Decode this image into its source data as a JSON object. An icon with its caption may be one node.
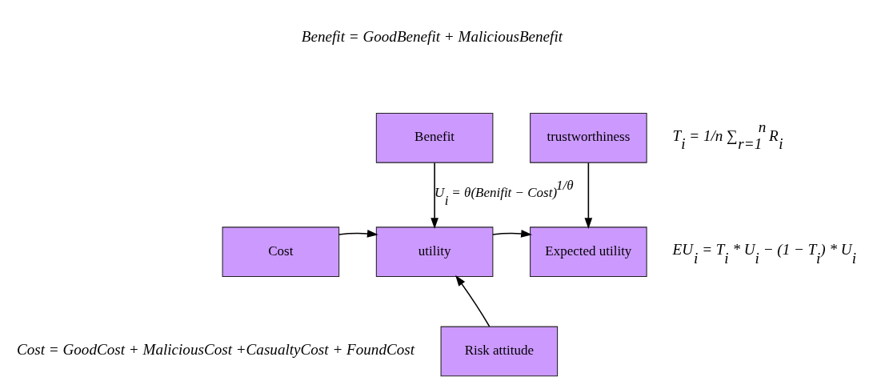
{
  "diagram": {
    "nodes": [
      {
        "text": [
          "Benefit"
        ]
      },
      {
        "text": [
          "trustworthiness"
        ],
        "beside": [
          "T$_{i}$ = 1/n ∑$_{r=1}$$^{n}$ R$_{i}$"
        ]
      },
      {
        "text": [
          "Cost"
        ]
      },
      {
        "text": [
          "utility"
        ]
      },
      {
        "text": [
          "Expected utility"
        ],
        "beside": [
          "EU$_{i}$ = T$_{i}$ * U$_{i}$ − (1 − T$_{i}$) * U$_{i}$"
        ]
      },
      {
        "text": [
          "Risk attitude"
        ]
      }
    ],
    "edges": [
      {
        "from": 0,
        "to": 3,
        "arrow": "to",
        "label": "U$_{i}$ = θ(Benifit − Cost)$^{1/θ}$"
      },
      {
        "from": 1,
        "to": 4,
        "arrow": "to"
      },
      {
        "from": 2,
        "to": 3,
        "arrow": "to"
      },
      {
        "from": 3,
        "to": 4,
        "arrow": "to"
      },
      {
        "from": 5,
        "to": 3,
        "arrow": "to"
      }
    ],
    "labels": [
      "Benefit = GoodBenefit + MaliciousBenefit",
      "Cost = GoodCost + MaliciousCost +CasualtyCost + FoundCost"
    ]
  }
}
